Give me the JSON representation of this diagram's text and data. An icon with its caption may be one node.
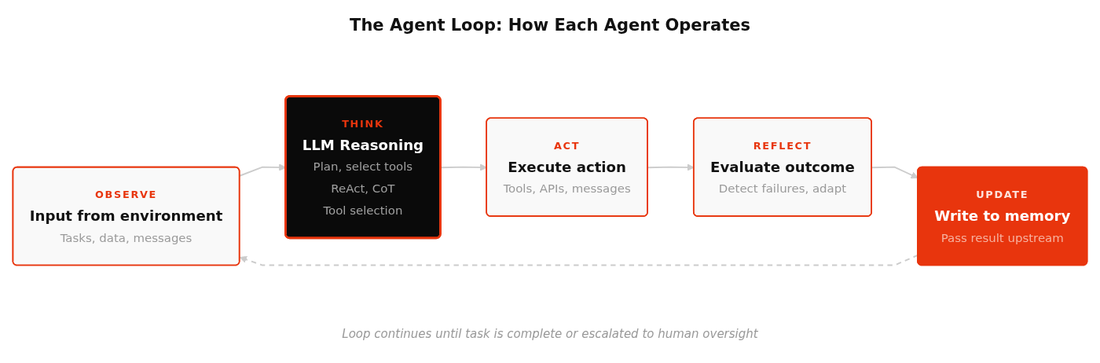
{
  "diagram": {
    "title": "The Agent Loop: How Each Agent Operates",
    "caption": "Loop continues until task is complete or escalated to human oversight",
    "nodes": [
      {
        "text": [
          "OBSERVE",
          "Input from environment",
          "Tasks, data, messages"
        ]
      },
      {
        "text": [
          "THINK",
          "LLM Reasoning",
          "Plan, select tools",
          "ReAct, CoT",
          "Tool selection"
        ]
      },
      {
        "text": [
          "ACT",
          "Execute action",
          "Tools, APIs, messages"
        ]
      },
      {
        "text": [
          "REFLECT",
          "Evaluate outcome",
          "Detect failures, adapt"
        ]
      },
      {
        "text": [
          "UPDATE",
          "Write to memory",
          "Pass result upstream"
        ]
      }
    ],
    "edges": [
      {
        "from": 0,
        "to": 1,
        "arrow": "to"
      },
      {
        "from": 1,
        "to": 2,
        "arrow": "to"
      },
      {
        "from": 2,
        "to": 3,
        "arrow": "to"
      },
      {
        "from": 3,
        "to": 4,
        "arrow": "to"
      },
      {
        "from": 4,
        "to": 0,
        "arrow": "to",
        "style": "dashed"
      }
    ]
  }
}
